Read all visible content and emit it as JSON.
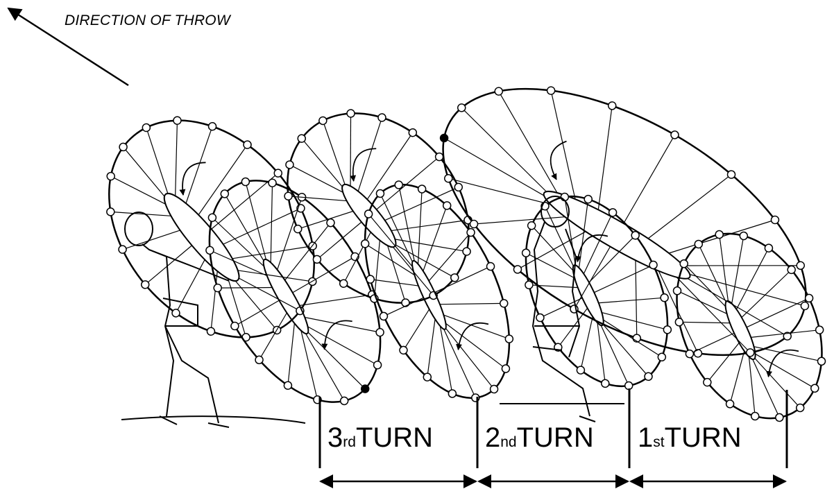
{
  "direction": {
    "label": "DIRECTION OF THROW"
  },
  "turns": [
    {
      "num": "3",
      "suffix": "rd",
      "word": "TURN"
    },
    {
      "num": "2",
      "suffix": "nd",
      "word": "TURN"
    },
    {
      "num": "1",
      "suffix": "st",
      "word": "TURN"
    }
  ]
}
